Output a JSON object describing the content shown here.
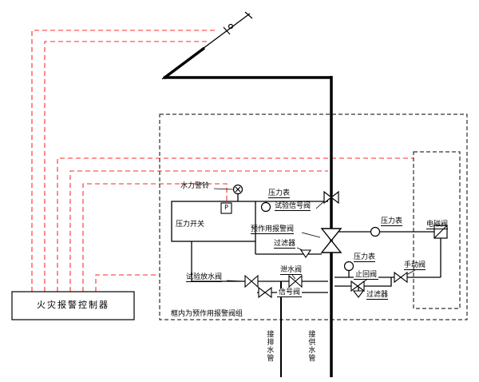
{
  "diagram": {
    "background": "#ffffff",
    "line_color": "#000000",
    "control_line_color": "#ff2a2a",
    "controller": {
      "label": "火灾报警控制器"
    },
    "valve_group_note": "框内为预作用报警阀组",
    "components": {
      "hydraulic_bell": "水力警铃",
      "pressure_gauge_top": "压力表",
      "test_signal_valve": "试验信号阀",
      "pressure_switch": "压力开关",
      "pressure_switch_tag": "P",
      "preaction_valve": "预作用报警阀",
      "filter_left": "过滤器",
      "pressure_gauge_right": "压力表",
      "solenoid_valve": "电磁阀",
      "manual_valve": "手动阀",
      "pressure_gauge_lower": "压力表",
      "check_valve": "止回阀",
      "filter_lower": "过滤器",
      "test_drain_valve": "试验放水阀",
      "drain_valve": "泄水阀",
      "signal_valve": "信号阀"
    },
    "pipes": {
      "drain_label": "接排水管",
      "supply_label": "接供水管"
    }
  }
}
